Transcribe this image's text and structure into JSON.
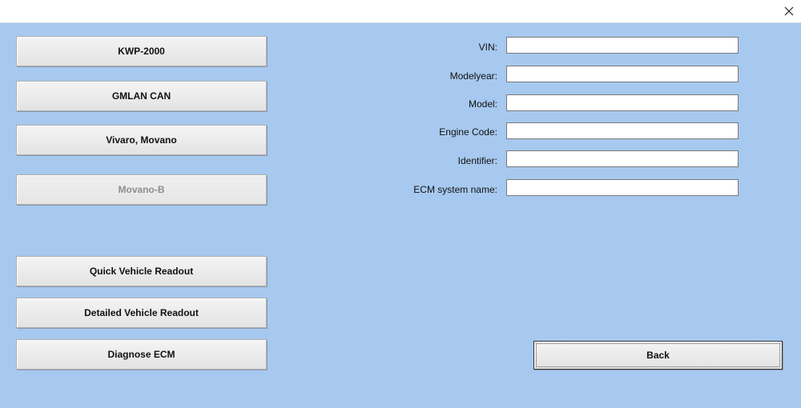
{
  "window": {
    "close_icon": "close-icon"
  },
  "left_buttons": {
    "kwp2000": "KWP-2000",
    "gmlan_can": "GMLAN CAN",
    "vivaro_movano": "Vivaro, Movano",
    "movano_b": "Movano-B",
    "quick_readout": "Quick Vehicle Readout",
    "detailed_readout": "Detailed Vehicle Readout",
    "diagnose_ecm": "Diagnose ECM"
  },
  "fields": {
    "vin": {
      "label": "VIN:",
      "value": ""
    },
    "modelyear": {
      "label": "Modelyear:",
      "value": ""
    },
    "model": {
      "label": "Model:",
      "value": ""
    },
    "engine_code": {
      "label": "Engine Code:",
      "value": ""
    },
    "identifier": {
      "label": "Identifier:",
      "value": ""
    },
    "ecm_system_name": {
      "label": "ECM system name:",
      "value": ""
    }
  },
  "back_button": "Back",
  "colors": {
    "client_background": "#a7c9ef",
    "titlebar_background": "#ffffff",
    "disabled_text": "#8d8d8d"
  }
}
